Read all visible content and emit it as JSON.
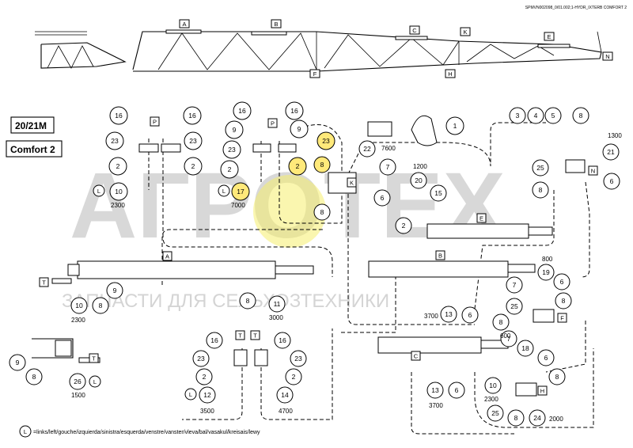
{
  "header": {
    "ref_code": "SPMVN002098_0/01.002;1-HYDR_IXTERB COMFORT 2"
  },
  "boom_letters": [
    "A",
    "B",
    "C",
    "K",
    "E",
    "N",
    "F",
    "H"
  ],
  "models": {
    "size": "20/21M",
    "variant": "Comfort 2"
  },
  "watermark": {
    "brand": "АГРОТЕХ",
    "subtitle": "ЗАПЧАСТИ ДЛЯ СЕЛЬХОЗТЕХНИКИ"
  },
  "hose_lengths": {
    "l10_top": "2300",
    "l17": "7000",
    "l22": "7600",
    "l20": "1200",
    "l21": "1300",
    "l10_a": "2300",
    "l11": "3000",
    "l26": "1500",
    "l12": "3500",
    "l14": "4700",
    "b800": "800",
    "b3700": "3700",
    "c600": "600",
    "c3700": "3700",
    "c2300": "2300",
    "h2000": "2000"
  },
  "callouts": {
    "p_left": [
      "16",
      "16",
      "23",
      "23",
      "2",
      "2",
      "10"
    ],
    "p_mid": [
      "16",
      "16",
      "9",
      "9",
      "23",
      "23",
      "2",
      "2",
      "17"
    ],
    "k_group": [
      "8",
      "8",
      "7",
      "6",
      "22",
      "1"
    ],
    "n_group": [
      "3",
      "4",
      "5",
      "8",
      "25",
      "8",
      "6",
      "21",
      "20",
      "15",
      "2"
    ],
    "a_group": [
      "9",
      "8",
      "10",
      "11",
      "8"
    ],
    "b_group": [
      "7",
      "19",
      "6",
      "8",
      "25",
      "8",
      "13",
      "6"
    ],
    "t_group": [
      "9",
      "8",
      "26",
      "16",
      "16",
      "23",
      "23",
      "2",
      "2",
      "12",
      "14"
    ],
    "c_group": [
      "7",
      "18",
      "6",
      "8",
      "10",
      "13",
      "6",
      "25",
      "8",
      "24"
    ]
  },
  "letters": {
    "P": "P",
    "K": "K",
    "N": "N",
    "E": "E",
    "A": "A",
    "B": "B",
    "T": "T",
    "C": "C",
    "F": "F",
    "H": "H",
    "L": "L"
  },
  "legend": {
    "symbol": "L",
    "text": "=links/left/gouche/izquierda/sinistra/esquerda/venstre/vanster/vleva/bal/vasakul/kreisais/lewy"
  },
  "colors": {
    "highlight": "#ffe97a",
    "watermark": "#b9b9b9",
    "line": "#000000"
  }
}
